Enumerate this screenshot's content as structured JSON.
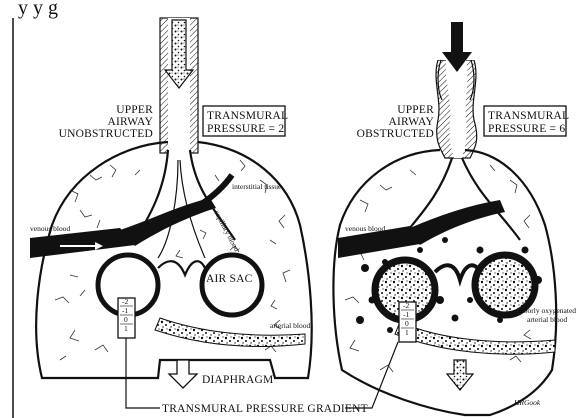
{
  "header_fragment": "y                    y g",
  "left": {
    "airway_label": [
      "UPPER",
      "AIRWAY",
      "UNOBSTRUCTED"
    ],
    "pressure_box": [
      "TRANSMURAL",
      "PRESSURE = 2"
    ],
    "interstitial_label": "interstitial tissue",
    "venous_label": "venous blood",
    "capillary_label": "capillary blood",
    "airsac_label": "AIR SAC",
    "arterial_label": "arterial blood",
    "gauge_digits": [
      "-2",
      "-1",
      "0",
      "1"
    ],
    "diaphragm_label": "DIAPHRAGM"
  },
  "right": {
    "airway_label": [
      "UPPER",
      "AIRWAY",
      "OBSTRUCTED"
    ],
    "pressure_box": [
      "TRANSMURAL",
      "PRESSURE = 6"
    ],
    "venous_label": "venous blood",
    "poorly_label": [
      "poorly oxygenated",
      "arterial blood"
    ],
    "gauge_digits": [
      "-2",
      "-1",
      "0",
      "1"
    ],
    "signature": "HRGook"
  },
  "bottom_label": "TRANSMURAL PRESSURE GRADIENT"
}
